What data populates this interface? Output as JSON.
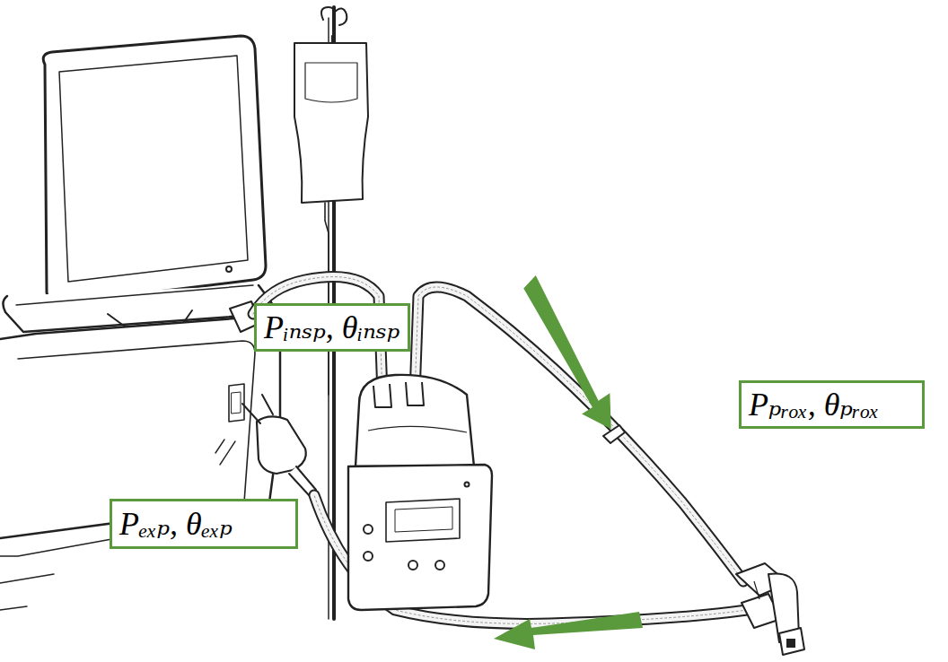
{
  "diagram": {
    "nodes": [
      {
        "text": [
          "Pᵢₙₛₚ, θᵢₙₛₚ"
        ]
      },
      {
        "text": [
          "Pₚᵣₒₓ, θₚᵣₒₓ"
        ]
      },
      {
        "text": [
          "Pₑₓₚ, θₑₓₚ"
        ]
      }
    ]
  }
}
